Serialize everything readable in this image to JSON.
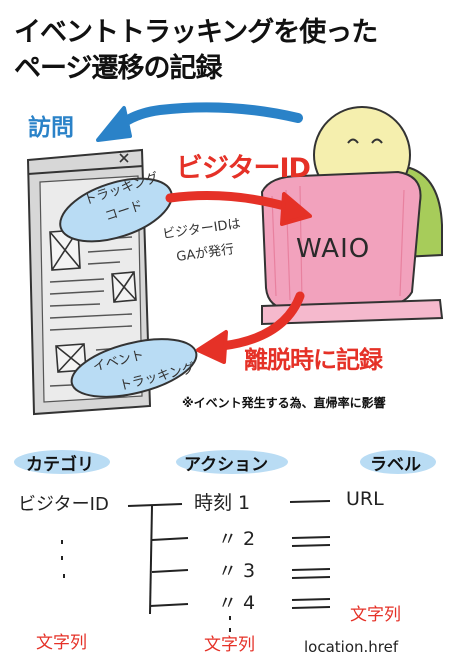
{
  "title": {
    "line1": "イベントトラッキングを使った",
    "line2": "ページ遷移の記録"
  },
  "labels": {
    "visit": "訪問",
    "visitor_id": "ビジターID",
    "tracking_code": [
      "トラッキング",
      "コード"
    ],
    "ga_note": [
      "ビジターIDは",
      "GAが発行"
    ],
    "waio": "WAIO",
    "event_tracking": [
      "イベント",
      "トラッキング"
    ],
    "record_on_exit": "離脱時に記録",
    "bounce_note": "※イベント発生する為、直帰率に影響"
  },
  "table": {
    "headers": [
      "カテゴリ",
      "アクション",
      "ラベル"
    ],
    "category_value": "ビジターID",
    "action_rows": [
      "時刻 1",
      "〃 2",
      "〃 3",
      "〃 4"
    ],
    "label_value": "URL",
    "type_note": "文字列",
    "label_source": "location.href"
  },
  "colors": {
    "accent_blue": "#2a82c8",
    "accent_red": "#e53127",
    "highlight_blue": "#b9dcf4",
    "laptop_pink": "#f2a2bd",
    "face_yellow": "#f5efae",
    "shirt_green": "#a7cc5a",
    "browser_gray": "#d7d7d7"
  }
}
